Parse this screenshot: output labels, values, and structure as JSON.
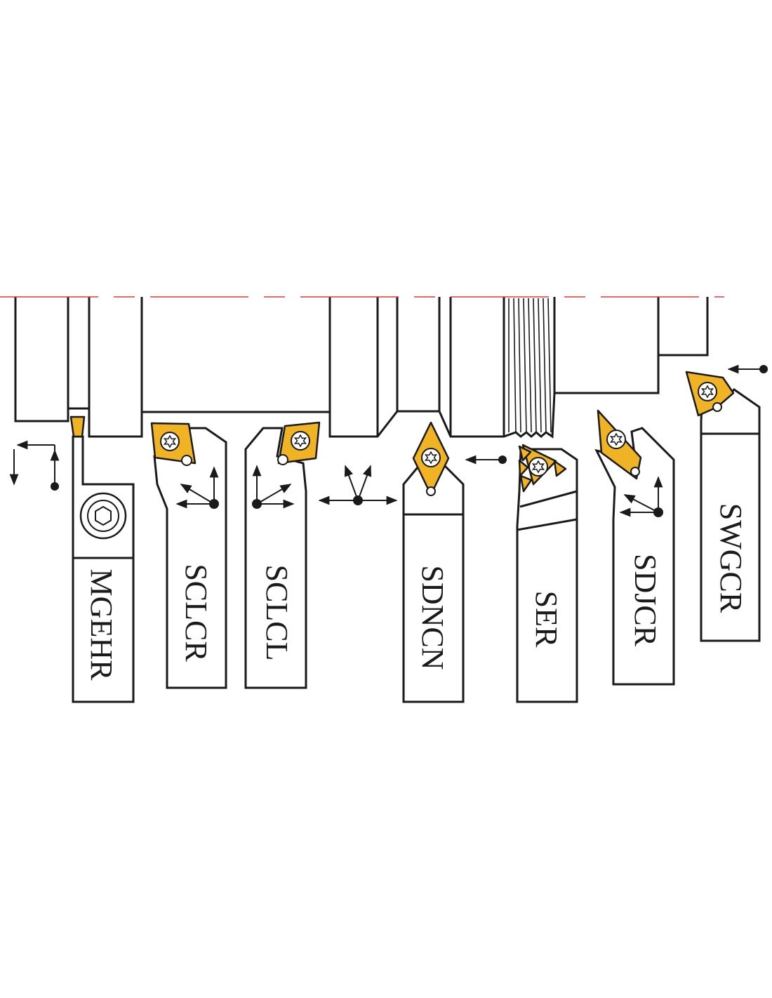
{
  "diagram": {
    "colors": {
      "outline": "#1a1a1a",
      "insert": "#f0b323",
      "centerline": "#e53935",
      "background": "#ffffff"
    },
    "tools": [
      {
        "id": "mgehr",
        "label": "MGEHR"
      },
      {
        "id": "sclcr",
        "label": "SCLCR"
      },
      {
        "id": "sclcl",
        "label": "SCLCL"
      },
      {
        "id": "sdncn",
        "label": "SDNCN"
      },
      {
        "id": "ser",
        "label": "SER"
      },
      {
        "id": "sdjcr",
        "label": "SDJCR"
      },
      {
        "id": "swgcr",
        "label": "SWGCR"
      }
    ],
    "icons": {
      "insert_screw": "torx-screw-icon",
      "clamp_bolt": "hex-socket-bolt-icon",
      "feed_direction": "feed-direction-arrows-icon"
    }
  }
}
